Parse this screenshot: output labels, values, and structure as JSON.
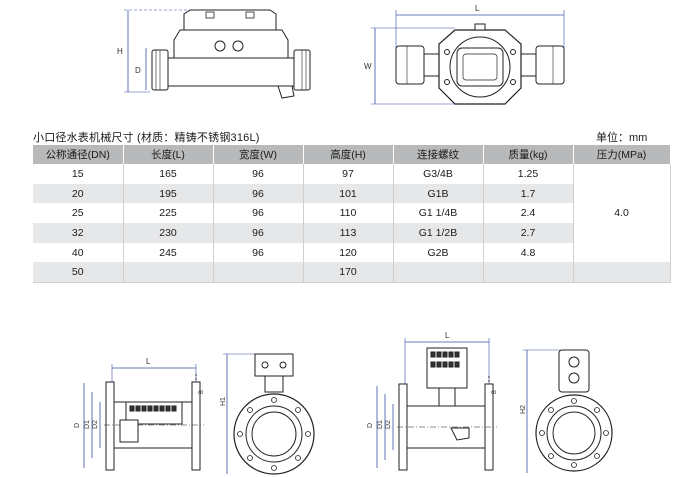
{
  "diagrams": {
    "top_dims": {
      "l": "L",
      "h": "H",
      "d": "D",
      "w": "W"
    },
    "bottom_left_dims": {
      "l": "L",
      "d": "D",
      "d1": "D1",
      "d2": "D2",
      "h1": "H1",
      "b": "B"
    },
    "bottom_right_dims": {
      "l": "L",
      "d": "D",
      "d1": "D1",
      "d2": "D2",
      "h2": "H2",
      "b": "B"
    }
  },
  "spec_table": {
    "caption": "小口径水表机械尺寸 (材质：精铸不锈钢316L)",
    "unit": "单位：mm",
    "headers": [
      "公称通径(DN)",
      "长度(L)",
      "宽度(W)",
      "高度(H)",
      "连接螺纹",
      "质量(kg)",
      "压力(MPa)"
    ],
    "rows": [
      [
        "15",
        "165",
        "96",
        "97",
        "G3/4B",
        "1.25"
      ],
      [
        "20",
        "195",
        "96",
        "101",
        "G1B",
        "1.7"
      ],
      [
        "25",
        "225",
        "96",
        "110",
        "G1 1/4B",
        "2.4"
      ],
      [
        "32",
        "230",
        "96",
        "113",
        "G1 1/2B",
        "2.7"
      ],
      [
        "40",
        "245",
        "96",
        "120",
        "G2B",
        "4.8"
      ],
      [
        "50",
        "",
        "",
        "170",
        "",
        ""
      ]
    ],
    "pressure": "4.0"
  },
  "colors": {
    "header_bg": "#b7b9bb",
    "stripe": "#e6e7e8",
    "dimension_line": "#3a4fa8",
    "drawing_line": "#222222"
  }
}
